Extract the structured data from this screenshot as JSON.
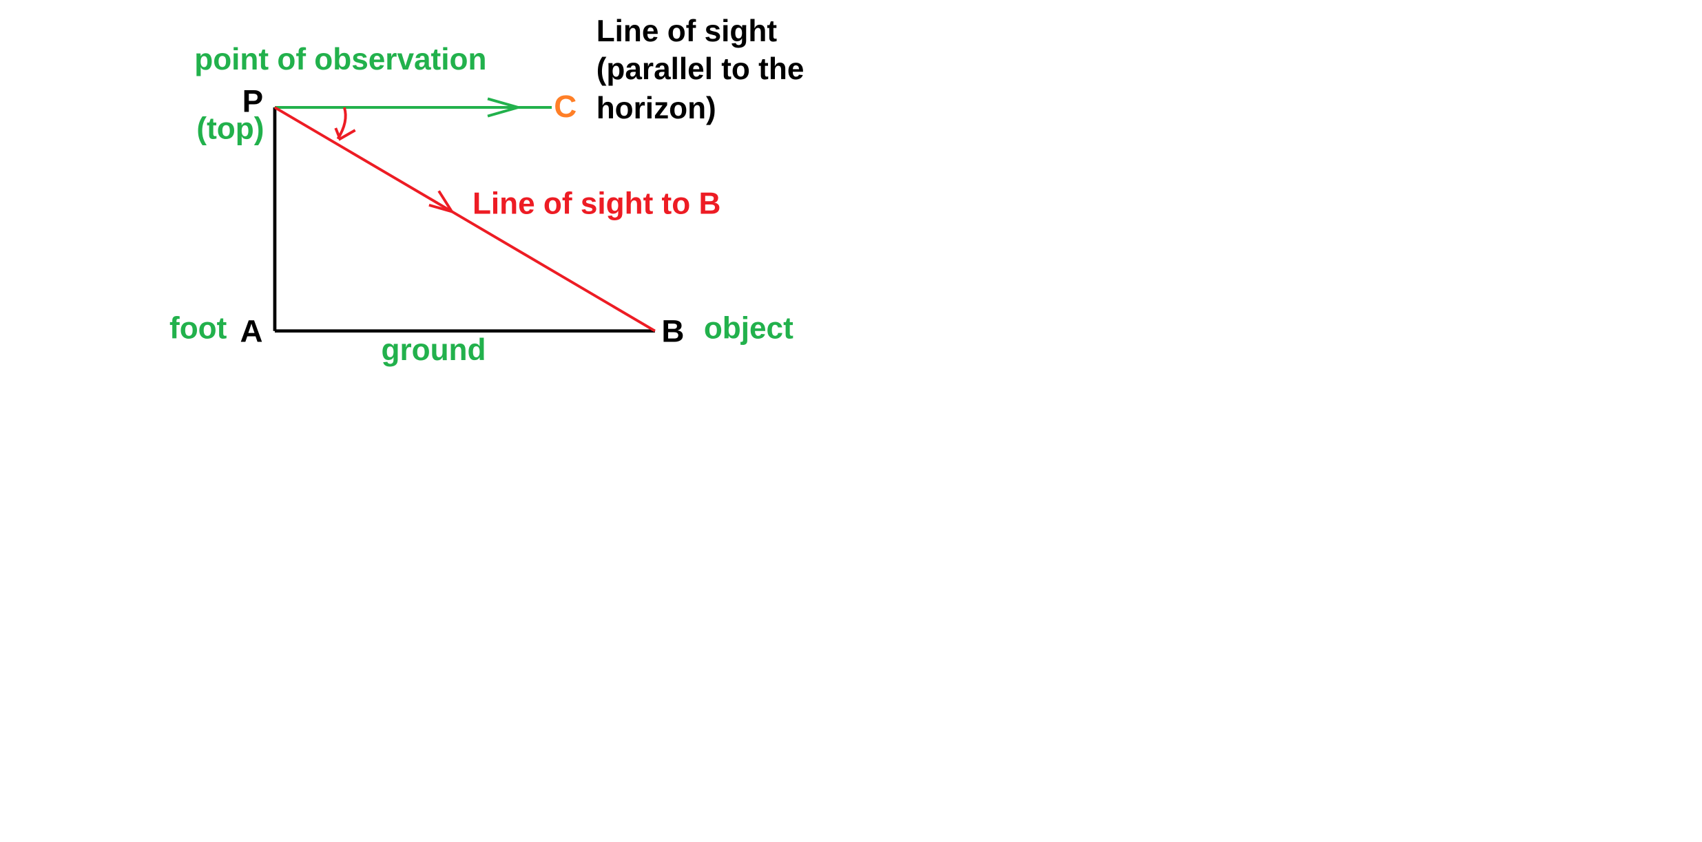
{
  "labels": {
    "point_p": "P",
    "point_a": "A",
    "point_b": "B",
    "point_c": "C",
    "point_of_observation": "point of observation",
    "top": "(top)",
    "foot": "foot",
    "ground": "ground",
    "object": "object",
    "line_to_b": "Line of sight to B",
    "horizontal_line": [
      "Line of sight",
      "(parallel to the",
      "horizon)"
    ]
  },
  "colors": {
    "green": "#22b14c",
    "red": "#ed1c24",
    "orange": "#ff7f27",
    "black": "#000000",
    "background": "#ffffff"
  }
}
